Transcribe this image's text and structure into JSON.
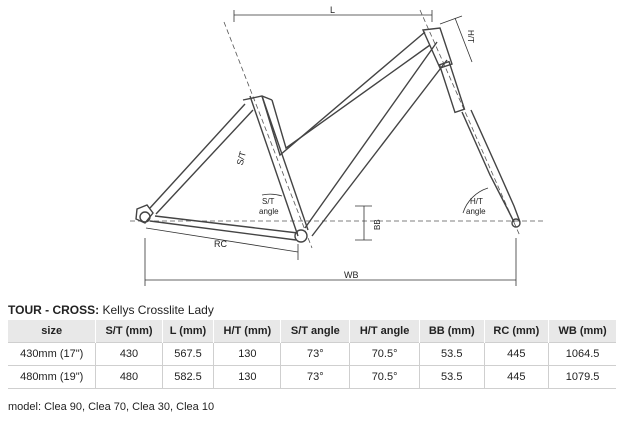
{
  "diagram": {
    "labels": {
      "l": "L",
      "ht": "H/T",
      "st": "S/T",
      "st_angle_1": "S/T",
      "st_angle_2": "angle",
      "ht_angle_1": "H/T",
      "ht_angle_2": "angle",
      "bb": "BB",
      "rc": "RC",
      "wb": "WB"
    }
  },
  "title": {
    "bold": "TOUR - CROSS:",
    "rest": " Kellys Crosslite Lady"
  },
  "table": {
    "headers": [
      "size",
      "S/T (mm)",
      "L (mm)",
      "H/T (mm)",
      "S/T angle",
      "H/T angle",
      "BB (mm)",
      "RC (mm)",
      "WB (mm)"
    ],
    "rows": [
      [
        "430mm (17\")",
        "430",
        "567.5",
        "130",
        "73°",
        "70.5°",
        "53.5",
        "445",
        "1064.5"
      ],
      [
        "480mm (19\")",
        "480",
        "582.5",
        "130",
        "73°",
        "70.5°",
        "53.5",
        "445",
        "1079.5"
      ]
    ]
  },
  "models": "model: Clea 90, Clea 70, Clea 30, Clea 10"
}
